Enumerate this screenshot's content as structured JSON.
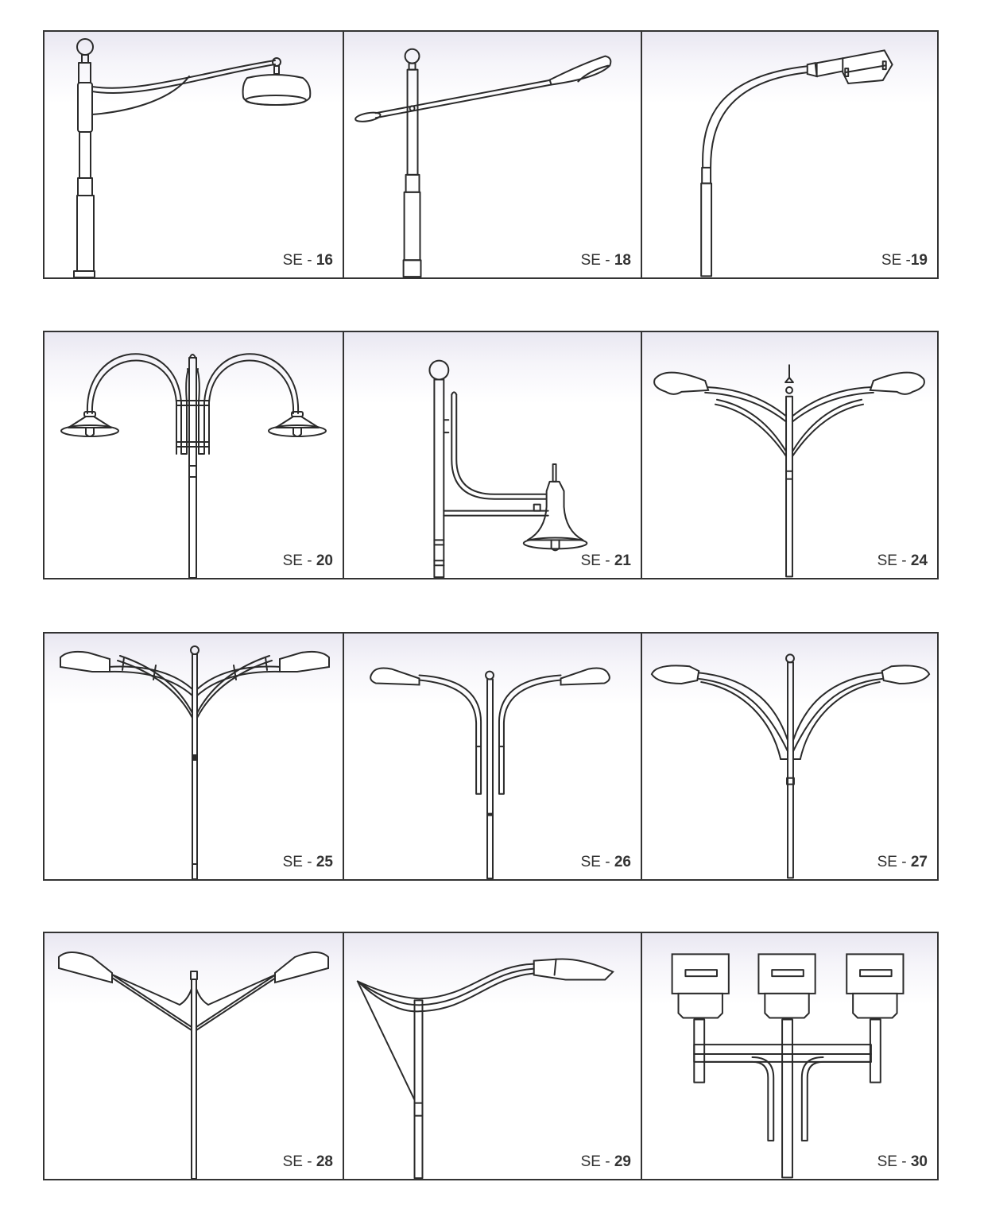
{
  "catalog": {
    "rows": [
      {
        "panels": [
          {
            "prefix": "SE - ",
            "number": "16",
            "icon": "single-arm-dome-street-lamp"
          },
          {
            "prefix": "SE - ",
            "number": "18",
            "icon": "single-arm-counterweight-street-lamp"
          },
          {
            "prefix": "SE -",
            "number": "19",
            "icon": "curved-arm-cobra-head-street-lamp"
          }
        ]
      },
      {
        "panels": [
          {
            "prefix": "SE - ",
            "number": "20",
            "icon": "double-arch-pendant-street-lamp"
          },
          {
            "prefix": "SE - ",
            "number": "21",
            "icon": "side-bracket-pendant-lamp"
          },
          {
            "prefix": "SE - ",
            "number": "24",
            "icon": "double-arm-bracketed-street-lamp"
          }
        ]
      },
      {
        "panels": [
          {
            "prefix": "SE - ",
            "number": "25",
            "icon": "double-arm-cross-braced-street-lamp"
          },
          {
            "prefix": "SE - ",
            "number": "26",
            "icon": "double-arm-swan-neck-street-lamp"
          },
          {
            "prefix": "SE - ",
            "number": "27",
            "icon": "double-arm-flared-street-lamp"
          }
        ]
      },
      {
        "panels": [
          {
            "prefix": "SE - ",
            "number": "28",
            "icon": "double-arm-y-street-lamp"
          },
          {
            "prefix": "SE - ",
            "number": "29",
            "icon": "single-wave-arm-stayed-street-lamp"
          },
          {
            "prefix": "SE - ",
            "number": "30",
            "icon": "triple-floodlight-pole"
          }
        ]
      }
    ],
    "colors": {
      "line": "#2b2b2b",
      "border": "#333333",
      "gradient_top": "#e9e7f1",
      "background": "#ffffff"
    }
  }
}
